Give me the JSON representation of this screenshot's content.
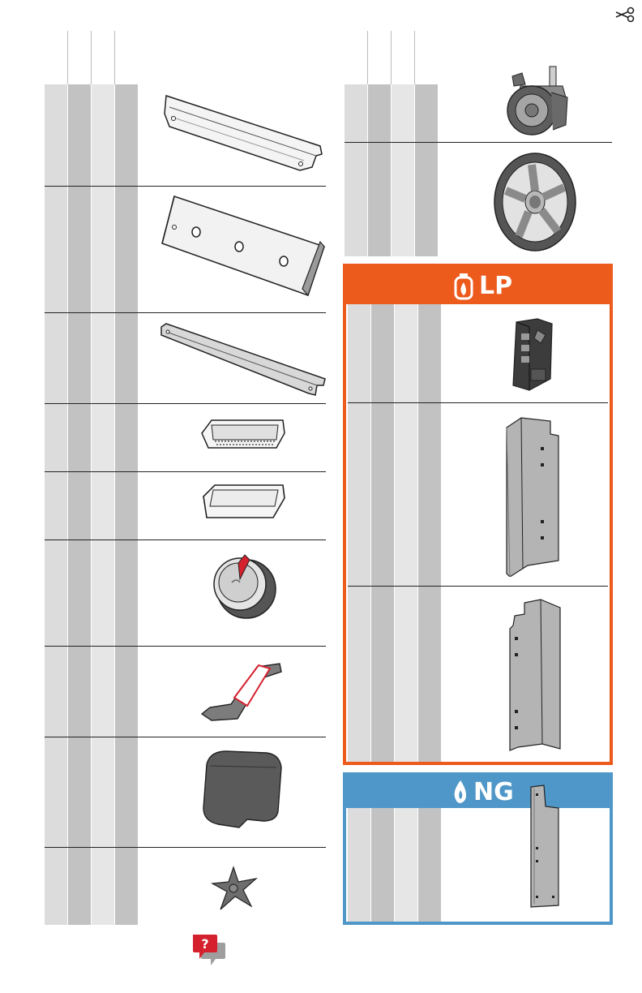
{
  "scissors_icon": "scissors-icon",
  "lp_header": {
    "label": "LP",
    "color": "#ec5a1c",
    "icon": "propane-tank-icon"
  },
  "ng_header": {
    "label": "NG",
    "color": "#4f97c8",
    "icon": "flame-icon"
  },
  "help_icon": {
    "glyph": "?",
    "color": "#d5202e"
  },
  "left_parts": [
    "front-rail-part",
    "control-panel-part",
    "rear-rail-part",
    "drip-tray-liner-part",
    "drip-tray-part",
    "control-knob-part",
    "tool-hook-part",
    "side-cover-part",
    "star-knob-part"
  ],
  "right_parts": [
    "caster-part",
    "wheel-part"
  ],
  "lp_parts": [
    "ignition-module-part",
    "lp-left-panel-part",
    "lp-right-panel-part"
  ],
  "ng_parts": [
    "ng-bracket-part"
  ]
}
